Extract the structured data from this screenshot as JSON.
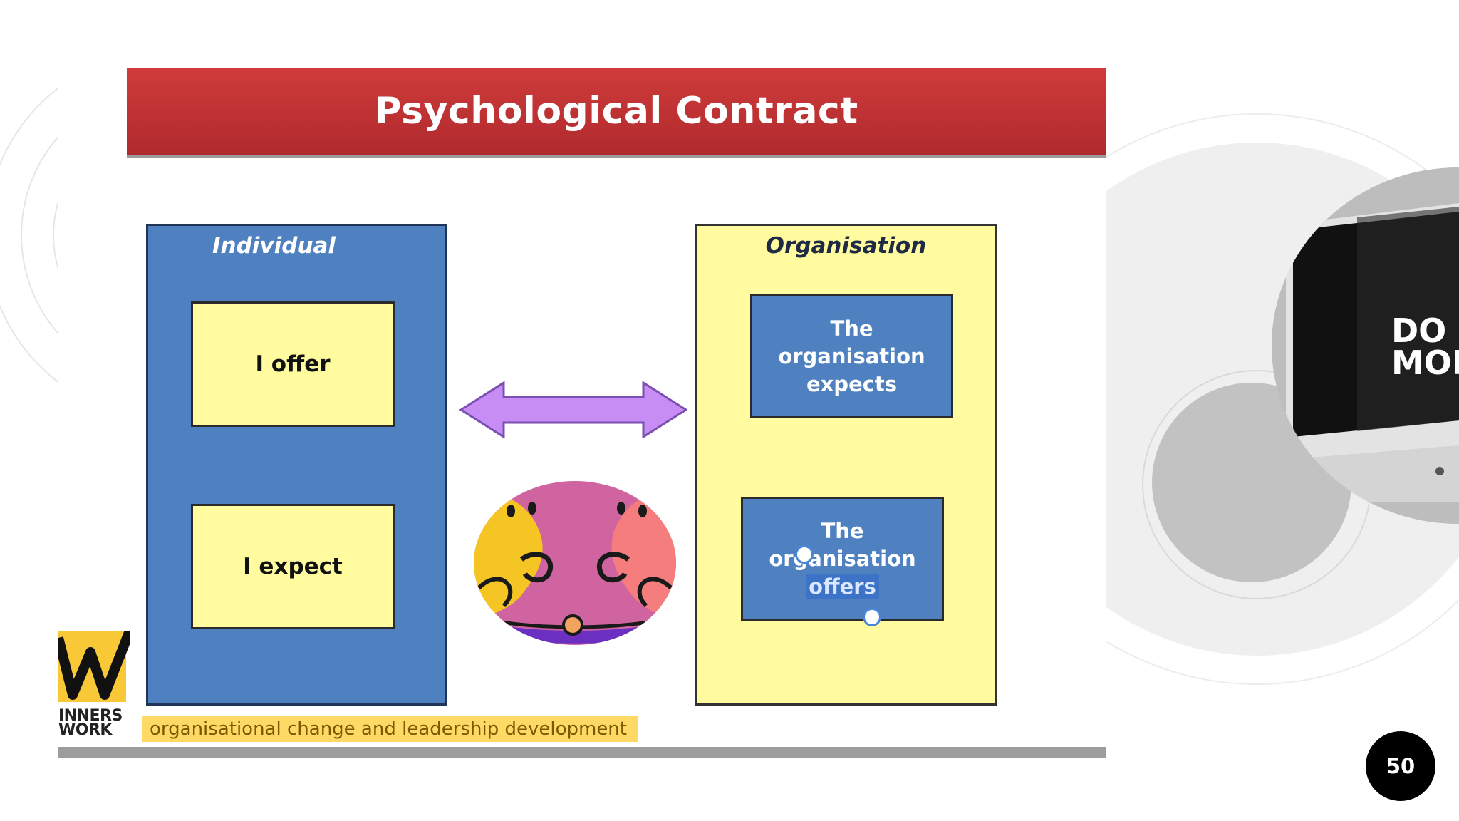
{
  "slide": {
    "title": "Psychological Contract",
    "individual": {
      "label": "Individual",
      "offer": "I offer",
      "expect": "I expect"
    },
    "organisation": {
      "label": "Organisation",
      "expects_lines": [
        "The",
        "organisation",
        "expects"
      ],
      "offers_line1": "The",
      "offers_line2": "organisation",
      "offers_line3": "offers"
    },
    "logo_lines": [
      "INNERS",
      "WORK"
    ],
    "tagline": "organisational change and leadership development"
  },
  "photo": {
    "screen_text_1": "DO",
    "screen_text_2": "MORE"
  },
  "page_number": "50",
  "colors": {
    "title_red": "#c0332f",
    "panel_blue": "#4f81c0",
    "panel_yellow": "#fffb9e",
    "arrow_violet": "#c88cf5",
    "tagline_gold": "#ffd966"
  }
}
